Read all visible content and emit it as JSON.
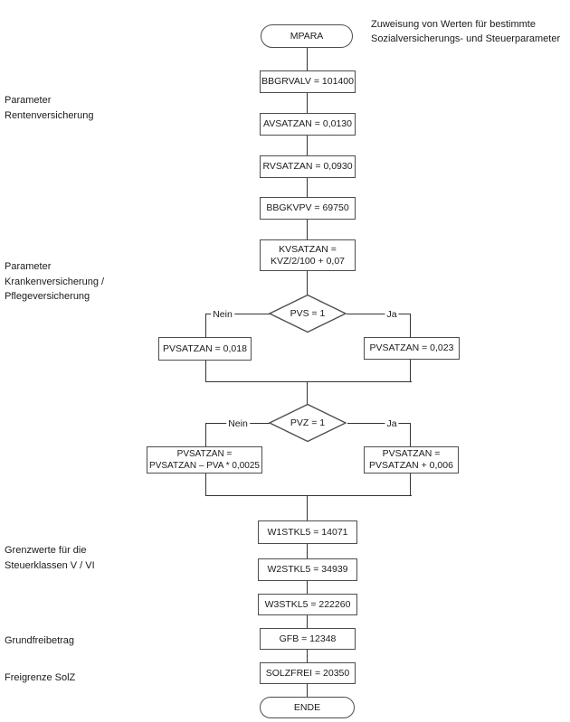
{
  "annotation": {
    "line1": "Zuweisung von Werten für bestimmte",
    "line2": "Sozialversicherungs- und Steuerparameter"
  },
  "side_labels": {
    "rente": {
      "line1": "Parameter",
      "line2": "Rentenversicherung"
    },
    "kranken": {
      "line1": "Parameter",
      "line2": "Krankenversicherung /",
      "line3": "Pflegeversicherung"
    },
    "grenzwerte": {
      "line1": "Grenzwerte für die",
      "line2": "Steuerklassen V / VI"
    },
    "grundfreibetrag": "Grundfreibetrag",
    "freigrenze": "Freigrenze SolZ"
  },
  "nodes": {
    "start": "MPARA",
    "bbgrvalv": "BBGRVALV = 101400",
    "avsatzan": "AVSATZAN = 0,0130",
    "rvsatzan": "RVSATZAN = 0,0930",
    "bbgkvpv": "BBGKVPV = 69750",
    "kvsatzan": {
      "line1": "KVSATZAN =",
      "line2": "KVZ/2/100 + 0,07"
    },
    "pvs_decision": "PVS = 1",
    "pvs_no": "PVSATZAN = 0,018",
    "pvs_yes": "PVSATZAN = 0,023",
    "pvz_decision": "PVZ = 1",
    "pvz_no": {
      "line1": "PVSATZAN =",
      "line2": "PVSATZAN – PVA * 0,0025"
    },
    "pvz_yes": {
      "line1": "PVSATZAN =",
      "line2": "PVSATZAN + 0,006"
    },
    "w1stkl5": "W1STKL5 = 14071",
    "w2stkl5": "W2STKL5 = 34939",
    "w3stkl5": "W3STKL5 = 222260",
    "gfb": "GFB = 12348",
    "solzfrei": "SOLZFREI = 20350",
    "end": "ENDE"
  },
  "branch_labels": {
    "no": "Nein",
    "yes": "Ja"
  },
  "colors": {
    "border": "#4d4d4d",
    "line": "#333333",
    "text": "#1a1a1a",
    "background": "#ffffff"
  }
}
